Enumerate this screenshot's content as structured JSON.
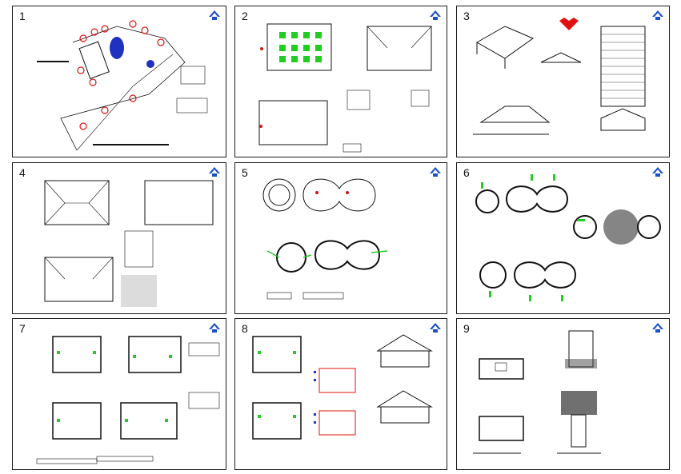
{
  "sheets": [
    {
      "number": "1"
    },
    {
      "number": "2"
    },
    {
      "number": "3"
    },
    {
      "number": "4"
    },
    {
      "number": "5"
    },
    {
      "number": "6"
    },
    {
      "number": "7"
    },
    {
      "number": "8"
    },
    {
      "number": "9"
    }
  ],
  "icons": {
    "sheet_marker": "house-roof-icon"
  },
  "colors": {
    "line": "#111111",
    "accent_green": "#22cc22",
    "accent_red": "#e01010",
    "accent_blue": "#2030c0",
    "marker_blue": "#1a50c8"
  }
}
